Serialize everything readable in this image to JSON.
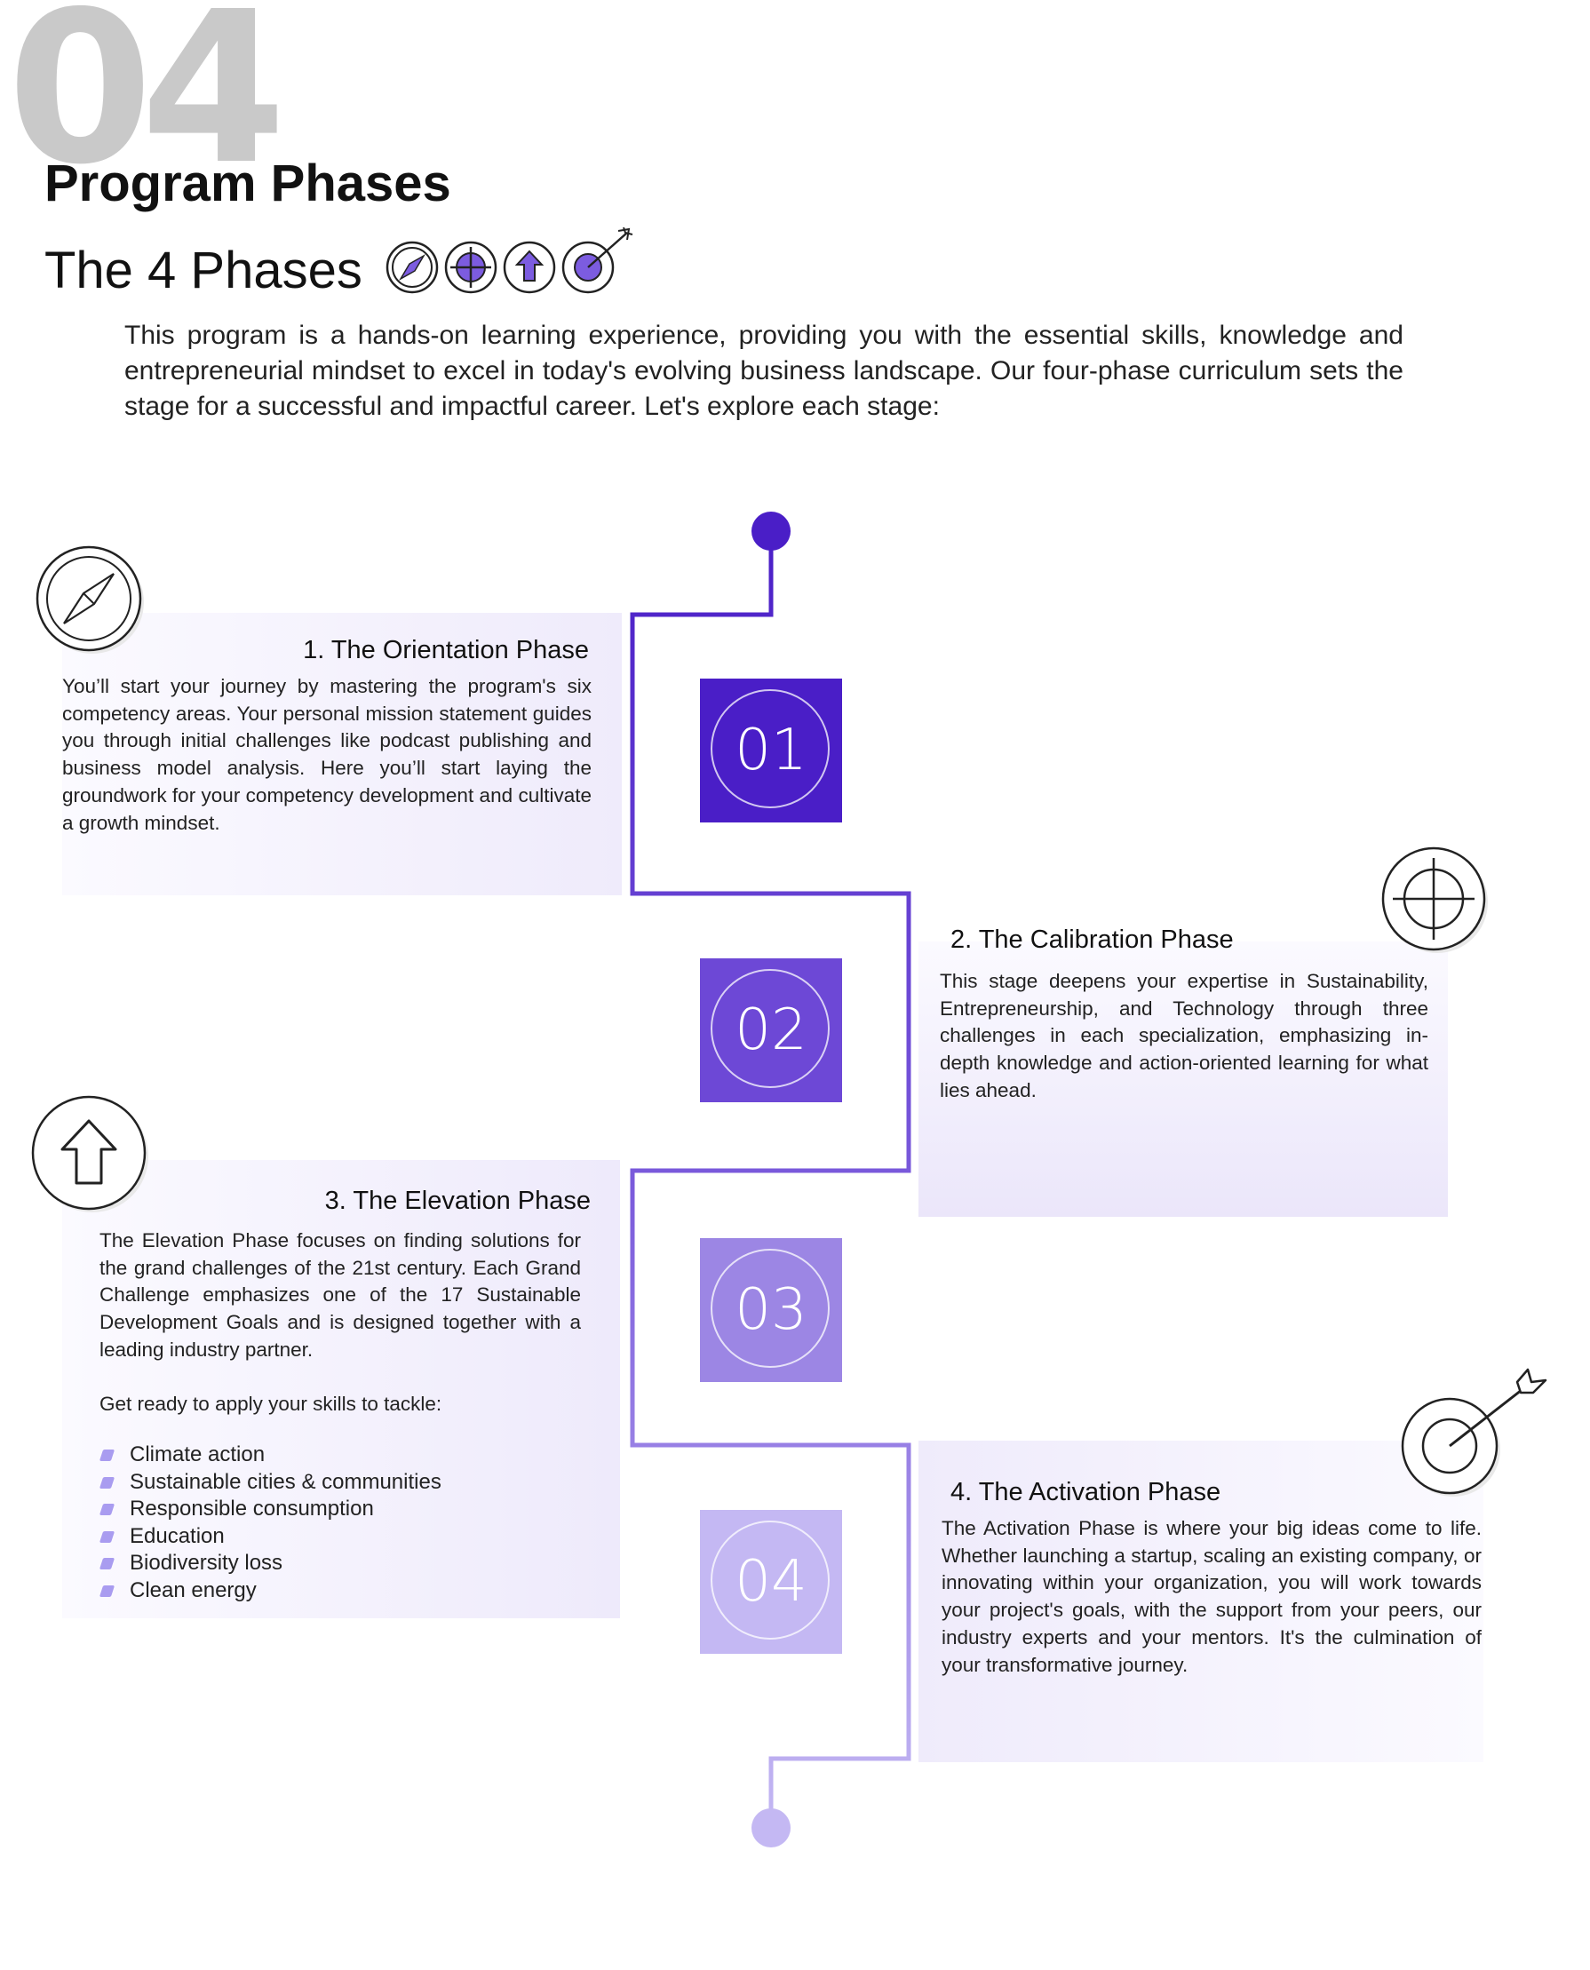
{
  "header": {
    "big_number": "04",
    "section_title": "Program Phases",
    "phases_title": "The 4 Phases",
    "intro": "This program is a hands-on learning experience, providing you with the essential skills, knowledge and entrepreneurial mindset to excel in today's evolving business landscape. Our four-phase curriculum sets the stage for a successful and impactful career. Let's explore each stage:",
    "icons": [
      "compass-icon",
      "crosshair-icon",
      "arrow-up-icon",
      "target-icon"
    ]
  },
  "colors": {
    "phase1": "#4a1ec7",
    "phase2": "#6d48d6",
    "phase3": "#9c86e4",
    "phase4": "#c4b8f3",
    "accent": "#7c5ce0"
  },
  "phases": [
    {
      "number": "01",
      "title": "1. The Orientation Phase",
      "icon": "compass-icon",
      "text": "You’ll start your journey by mastering the program's six competency areas. Your personal mission statement guides you through initial challenges like podcast publishing and business model analysis. Here you’ll start laying the groundwork for your competency development and cultivate a growth mindset."
    },
    {
      "number": "02",
      "title": "2. The Calibration Phase",
      "icon": "crosshair-icon",
      "text": "This stage deepens your expertise in Sustainability, Entrepreneurship, and Technology through three challenges in each specialization, emphasizing in-depth knowledge and action-oriented learning for what lies ahead."
    },
    {
      "number": "03",
      "title": "3. The Elevation Phase",
      "icon": "arrow-up-icon",
      "text": "The Elevation Phase focuses on finding solutions for the grand challenges of the 21st century. Each Grand Challenge emphasizes one of the 17 Sustainable Development Goals and is designed together with a leading industry partner.",
      "lead": "Get ready to apply your skills to tackle:",
      "list": [
        "Climate action",
        "Sustainable cities & communities",
        "Responsible consumption",
        "Education",
        "Biodiversity loss",
        "Clean energy"
      ]
    },
    {
      "number": "04",
      "title": "4. The Activation Phase",
      "icon": "target-icon",
      "text": "The Activation Phase is where your big ideas come to life. Whether launching a startup, scaling an existing company, or innovating within your organization, you will work towards your project's goals, with the support from your peers, our industry experts and your mentors. It's the culmination of your transformative journey."
    }
  ]
}
